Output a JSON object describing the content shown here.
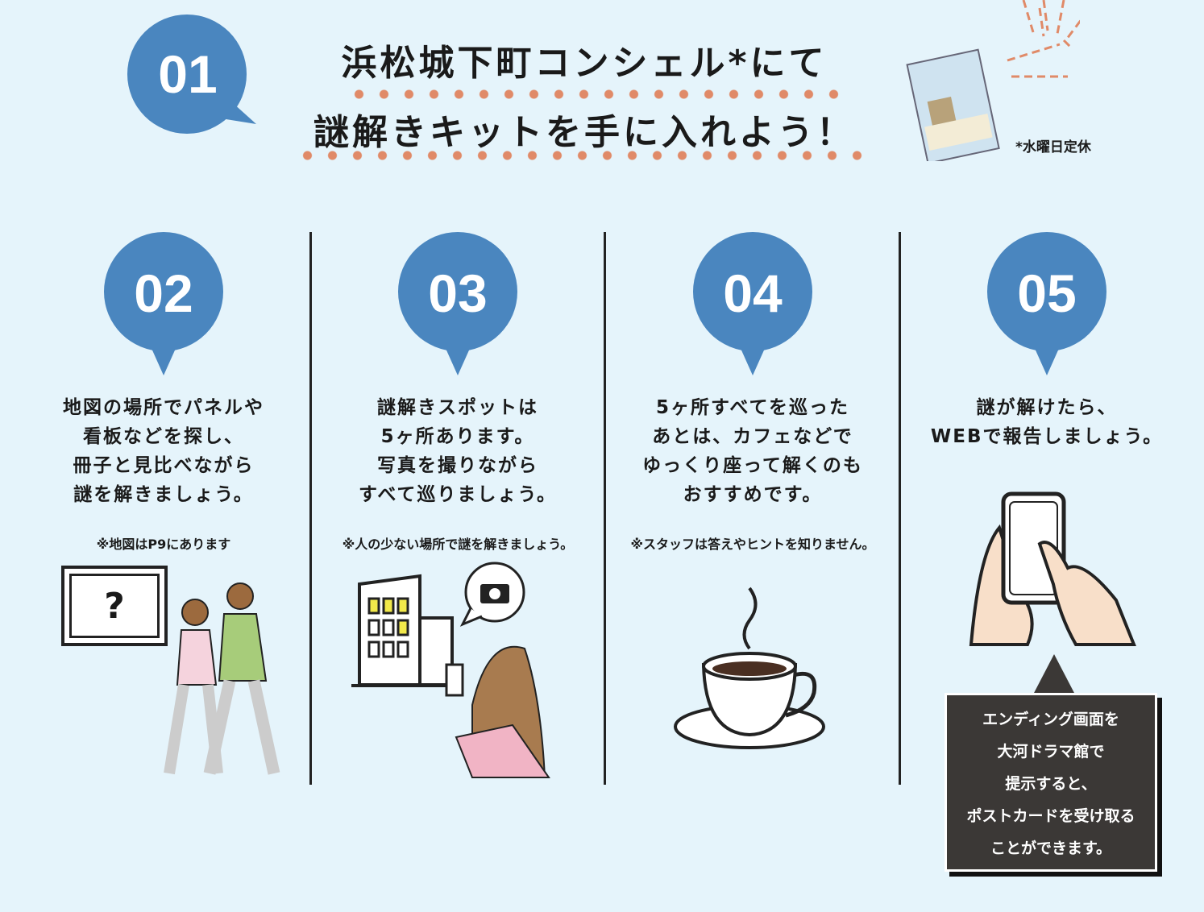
{
  "header": {
    "step": "01",
    "title_line1": "浜松城下町コンシェル*にて",
    "title_line2": "謎解きキットを手に入れよう！",
    "closed_note": "*水曜日定休"
  },
  "steps": [
    {
      "num": "02",
      "desc": "地図の場所でパネルや\n看板などを探し、\n冊子と見比べながら\n謎を解きましょう。",
      "note": "※地図はP9にあります",
      "panel_mark": "?"
    },
    {
      "num": "03",
      "desc": "謎解きスポットは\n5ヶ所あります。\n写真を撮りながら\nすべて巡りましょう。",
      "note": "※人の少ない場所で謎を解きましょう。"
    },
    {
      "num": "04",
      "desc": "5ヶ所すべてを巡った\nあとは、カフェなどで\nゆっくり座って解くのも\nおすすめです。",
      "note": "※スタッフは答えやヒントを知りません。"
    },
    {
      "num": "05",
      "desc": "謎が解けたら、\nWEBで報告しましょう。",
      "callout": "エンディング画面を\n大河ドラマ館で\n提示すると、\nポストカードを受け取る\nことができます。"
    }
  ],
  "colors": {
    "badge": "#4a86bf",
    "dots": "#e08a68",
    "background": "#e5f4fb"
  }
}
